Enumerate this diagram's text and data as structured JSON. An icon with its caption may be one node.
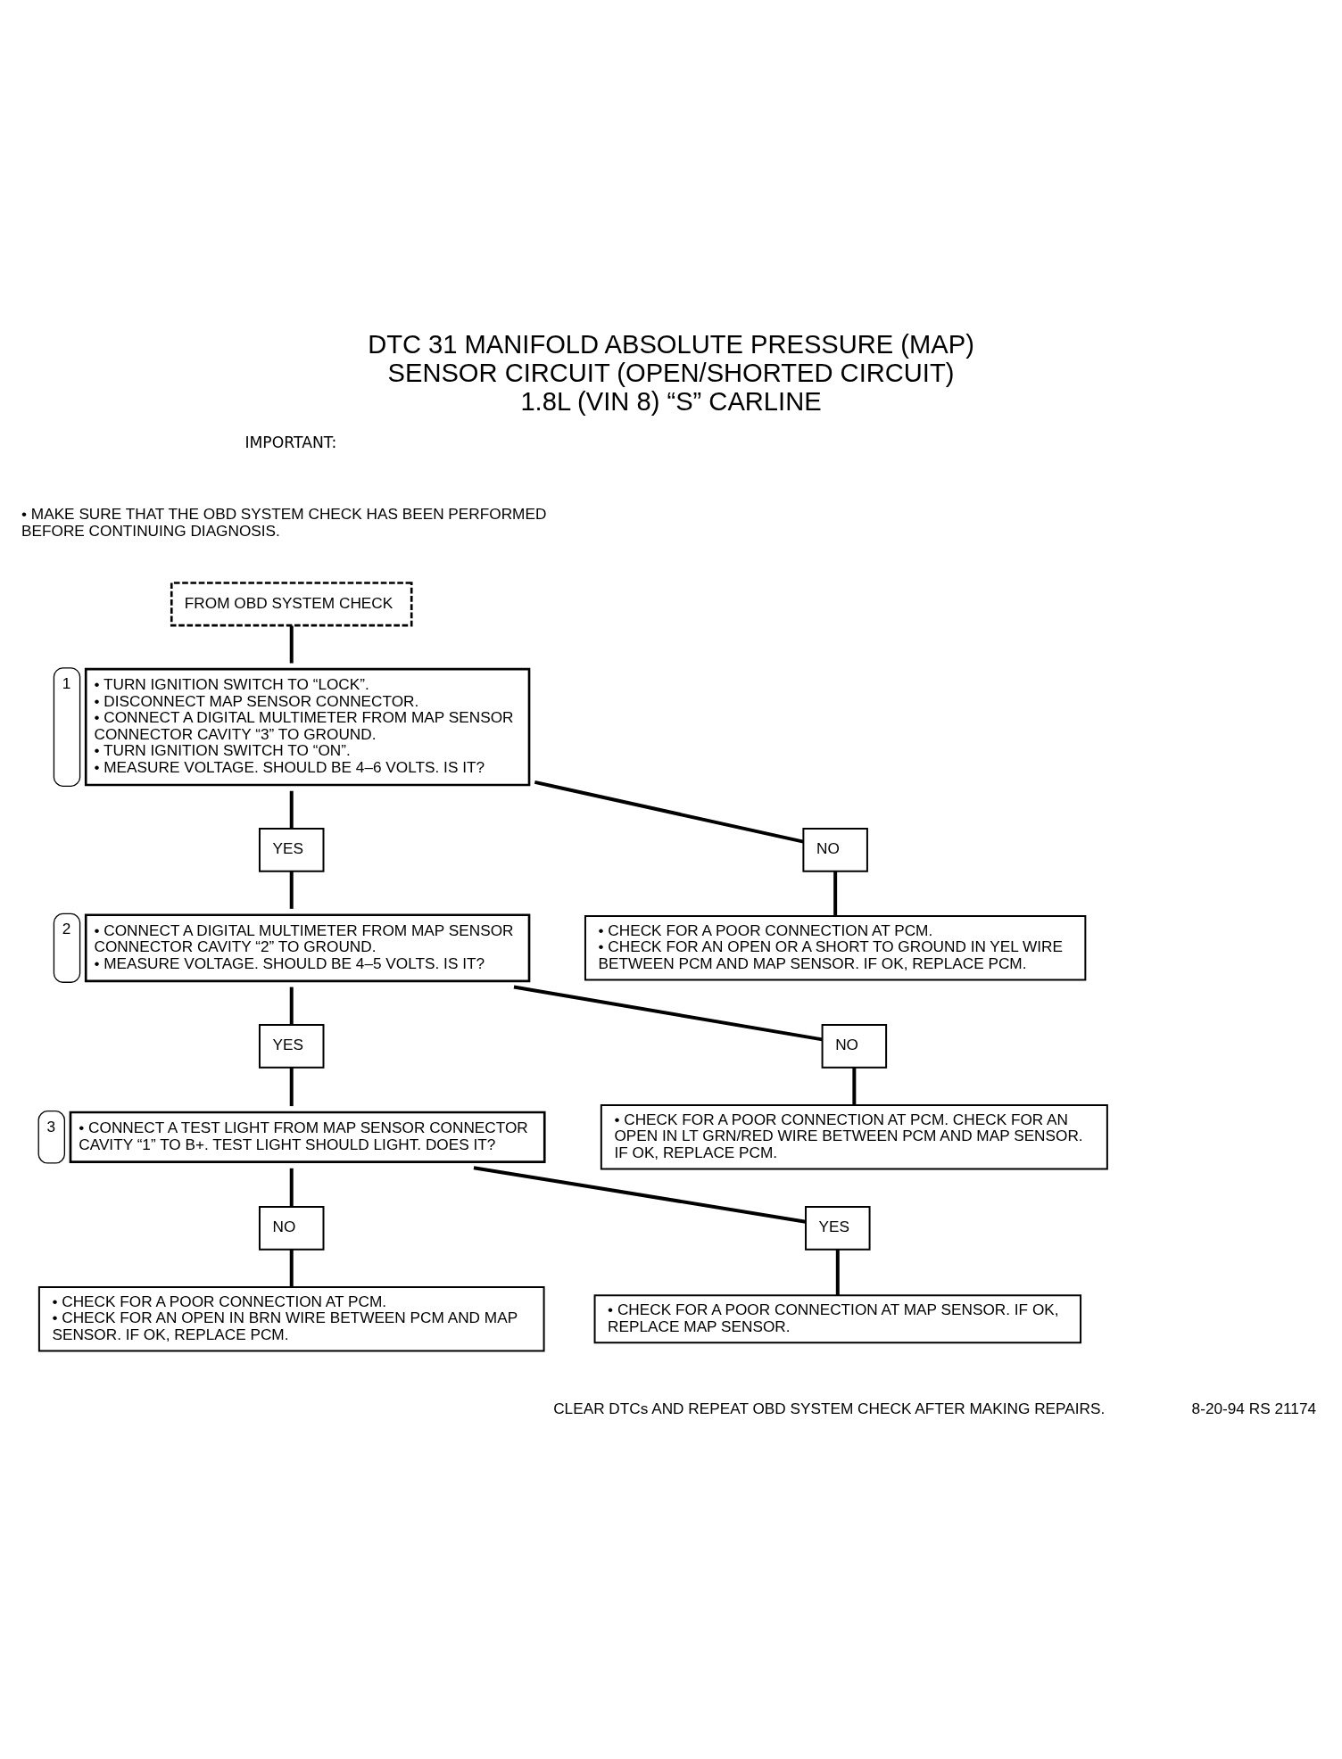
{
  "diagram": {
    "title": "DTC 31 MANIFOLD ABSOLUTE PRESSURE (MAP) SENSOR CIRCUIT (OPEN/SHORTED CIRCUIT) 1.8L (VIN 8) “S” CARLINE",
    "nodes": [
      {
        "text": [
          "FROM OBD SYSTEM CHECK"
        ]
      },
      {
        "text": [
          "• TURN IGNITION SWITCH TO “LOCK”.",
          "• DISCONNECT MAP SENSOR CONNECTOR.",
          "• CONNECT A DIGITAL MULTIMETER FROM MAP SENSOR CONNECTOR CAVITY “3” TO GROUND.",
          "• TURN IGNITION SWITCH TO “ON”.",
          "• MEASURE VOLTAGE. SHOULD BE 4–6 VOLTS. IS IT?"
        ],
        "beside": [
          "1"
        ]
      },
      {
        "text": [
          "YES"
        ]
      },
      {
        "text": [
          "NO"
        ]
      },
      {
        "text": [
          "• CONNECT A DIGITAL MULTIMETER FROM MAP SENSOR CONNECTOR CAVITY “2” TO GROUND.",
          "• MEASURE VOLTAGE. SHOULD BE 4–5 VOLTS. IS IT?"
        ],
        "beside": [
          "2"
        ]
      },
      {
        "text": [
          "• CHECK FOR A POOR CONNECTION AT PCM.",
          "• CHECK FOR AN OPEN OR A SHORT TO GROUND IN YEL WIRE BETWEEN PCM AND MAP SENSOR. IF OK, REPLACE PCM."
        ]
      },
      {
        "text": [
          "YES"
        ]
      },
      {
        "text": [
          "NO"
        ]
      },
      {
        "text": [
          "• CONNECT A TEST LIGHT FROM MAP SENSOR CONNECTOR CAVITY “1” TO B+. TEST LIGHT SHOULD LIGHT. DOES IT?"
        ],
        "beside": [
          "3"
        ]
      },
      {
        "text": [
          "• CHECK FOR A POOR CONNECTION AT PCM. CHECK FOR AN OPEN IN LT GRN/RED WIRE BETWEEN PCM AND MAP SENSOR. IF OK, REPLACE PCM."
        ]
      },
      {
        "text": [
          "NO"
        ]
      },
      {
        "text": [
          "YES"
        ]
      },
      {
        "text": [
          "• CHECK FOR A POOR CONNECTION AT PCM.",
          "• CHECK FOR AN OPEN IN BRN WIRE BETWEEN PCM AND MAP SENSOR. IF OK, REPLACE PCM."
        ]
      },
      {
        "text": [
          "• CHECK FOR A POOR CONNECTION AT MAP SENSOR. IF OK, REPLACE MAP SENSOR."
        ]
      }
    ],
    "edges": [
      {
        "from": 0,
        "to": 1,
        "arrow": "none"
      },
      {
        "from": 1,
        "to": 2,
        "arrow": "none"
      },
      {
        "from": 1,
        "to": 3,
        "arrow": "none"
      },
      {
        "from": 2,
        "to": 4,
        "arrow": "none"
      },
      {
        "from": 3,
        "to": 5,
        "arrow": "none"
      },
      {
        "from": 4,
        "to": 6,
        "arrow": "none"
      },
      {
        "from": 4,
        "to": 7,
        "arrow": "none"
      },
      {
        "from": 6,
        "to": 8,
        "arrow": "none"
      },
      {
        "from": 7,
        "to": 9,
        "arrow": "none"
      },
      {
        "from": 8,
        "to": 10,
        "arrow": "none"
      },
      {
        "from": 8,
        "to": 11,
        "arrow": "none"
      },
      {
        "from": 10,
        "to": 12,
        "arrow": "none"
      },
      {
        "from": 11,
        "to": 13,
        "arrow": "none"
      }
    ],
    "labels": [
      "IMPORTANT:",
      "• MAKE SURE THAT THE OBD SYSTEM CHECK HAS BEEN PERFORMED BEFORE CONTINUING DIAGNOSIS.",
      "CLEAR DTCs AND REPEAT OBD SYSTEM CHECK AFTER MAKING REPAIRS.",
      "8-20-94 RS 21174"
    ]
  }
}
